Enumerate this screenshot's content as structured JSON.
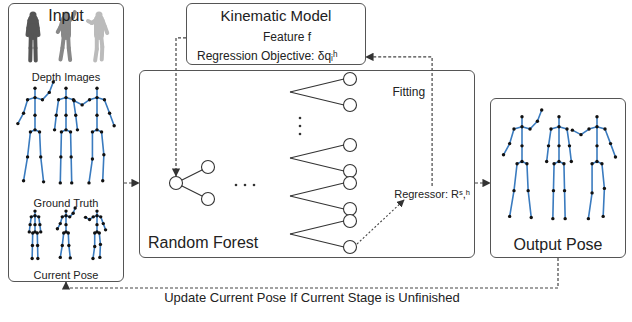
{
  "diagram": {
    "nodes": [
      {
        "text": [
          "Input",
          "Depth Images",
          "Ground Truth",
          "Current Pose"
        ]
      },
      {
        "text": [
          "Kinematic Model",
          "Feature f",
          "Regression Objective: δqᵢʰ"
        ]
      },
      {
        "text": [
          "Random Forest",
          "Regressor: Rˢ,ʰ"
        ]
      },
      {
        "text": [
          "Output Pose"
        ]
      }
    ],
    "edges": [
      {
        "from": 0,
        "to": 2,
        "arrow": "to"
      },
      {
        "from": 2,
        "to": 3,
        "arrow": "to"
      },
      {
        "from": 3,
        "to": 0,
        "arrow": "to",
        "label": "Update Current Pose If Current Stage is Unfinished"
      },
      {
        "from": 1,
        "to": 2,
        "arrow": "to"
      },
      {
        "from": 2,
        "to": 1,
        "arrow": "to",
        "label": "Fitting"
      }
    ]
  }
}
